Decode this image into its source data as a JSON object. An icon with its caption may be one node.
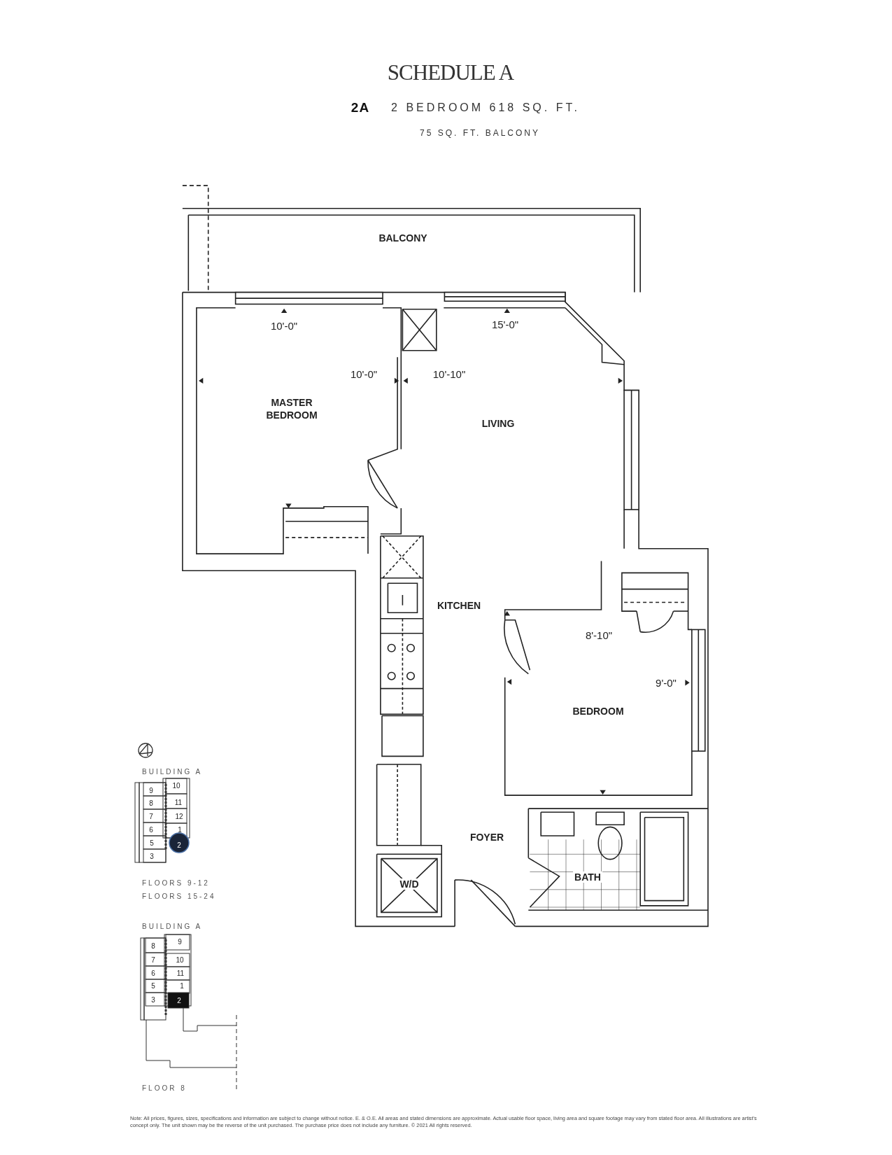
{
  "diagram": {
    "title": "SCHEDULE A",
    "labels": [
      "2A",
      "2 BEDROOM 618 SQ. FT.",
      "75 SQ. FT. BALCONY",
      "BALCONY",
      "10'-0\"",
      "15'-0\"",
      "10'-0\"",
      "10'-10\"",
      "MASTER BEDROOM",
      "LIVING",
      "KITCHEN",
      "8'-10\"",
      "9'-0\"",
      "BEDROOM",
      "FOYER",
      "W/D",
      "BATH",
      "BUILDING A",
      "10",
      "9",
      "11",
      "8",
      "12",
      "7",
      "1",
      "6",
      "2",
      "5",
      "3",
      "FLOORS 9-12",
      "FLOORS 15-24",
      "BUILDING A",
      "9",
      "8",
      "7",
      "10",
      "6",
      "11",
      "5",
      "1",
      "3",
      "2",
      "FLOOR 8",
      "Note: All prices, figures, sizes, specifications and information are subject to change without notice. E. & O.E. All areas and stated dimensions are approximate. Actual usable floor space, living area and square footage may vary from stated floor area. All illustrations are artist's concept only. The unit shown may be the reverse of the unit purchased. The purchase price does not include any furniture. © 2021 All rights reserved."
    ]
  }
}
